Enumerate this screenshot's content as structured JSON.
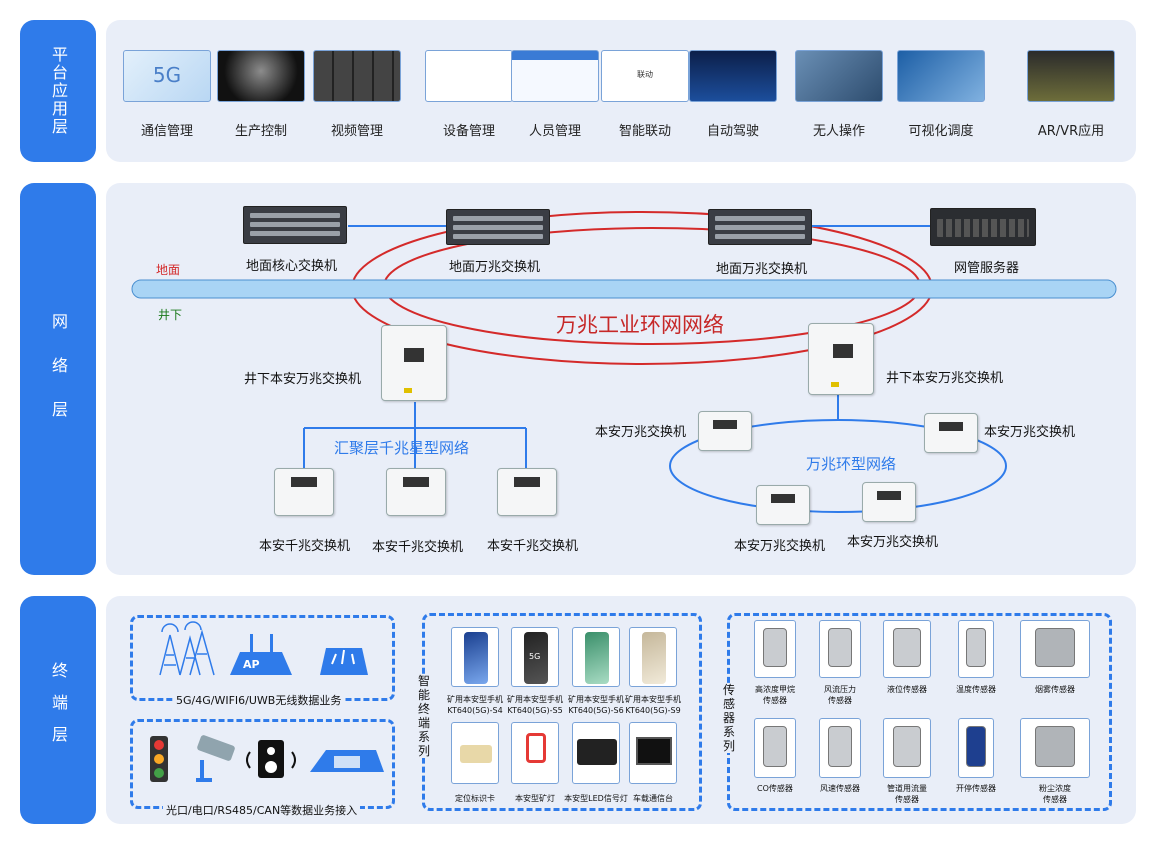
{
  "layers": {
    "platform": "平台应用层",
    "network": "网络层",
    "terminal": "终端层"
  },
  "apps": [
    {
      "label": "通信管理",
      "icon": "5g-network-image",
      "thumb_text": "5G"
    },
    {
      "label": "生产控制",
      "icon": "mine-tunnel-image"
    },
    {
      "label": "视频管理",
      "icon": "video-wall-image"
    },
    {
      "label": "设备管理",
      "icon": "device-topology-image"
    },
    {
      "label": "人员管理",
      "icon": "personnel-dashboard-image"
    },
    {
      "label": "智能联动",
      "icon": "linkage-diagram-image",
      "thumb_text": "联动"
    },
    {
      "label": "自动驾驶",
      "icon": "autonomous-driving-image"
    },
    {
      "label": "无人操作",
      "icon": "remote-operation-image"
    },
    {
      "label": "可视化调度",
      "icon": "dispatch-center-image"
    },
    {
      "label": "AR/VR应用",
      "icon": "ar-vr-image"
    }
  ],
  "network": {
    "surface_label": "地面",
    "underground_label": "井下",
    "ring_title": "万兆工业环网网络",
    "star_title": "汇聚层千兆星型网络",
    "ring2_title": "万兆环型网络",
    "devices": {
      "core_switch": "地面核心交换机",
      "ground_switch_1": "地面万兆交换机",
      "ground_switch_2": "地面万兆交换机",
      "nms_server": "网管服务器",
      "mine_switch_left": "井下本安万兆交换机",
      "mine_switch_right": "井下本安万兆交换机",
      "gig_switch_1": "本安千兆交换机",
      "gig_switch_2": "本安千兆交换机",
      "gig_switch_3": "本安千兆交换机",
      "tengig_ring_1": "本安万兆交换机",
      "tengig_ring_2": "本安万兆交换机",
      "tengig_ring_3": "本安万兆交换机",
      "tengig_ring_4": "本安万兆交换机"
    },
    "colors": {
      "ring": "#d42a2a",
      "star": "#2f7bea",
      "bus": "#a9d4f5"
    }
  },
  "terminal": {
    "wireless_caption": "5G/4G/WIFI6/UWB无线数据业务",
    "wired_caption": "光口/电口/RS485/CAN等数据业务接入",
    "ap_text": "AP",
    "smart_series_title": "智能终端系列",
    "sensor_series_title": "传感器系列",
    "phones": [
      {
        "line1": "矿用本安型手机",
        "line2": "KT640(5G)-S4"
      },
      {
        "line1": "矿用本安型手机",
        "line2": "KT640(5G)-S5"
      },
      {
        "line1": "矿用本安型手机",
        "line2": "KT640(5G)-S6"
      },
      {
        "line1": "矿用本安型手机",
        "line2": "KT640(5G)-S9"
      }
    ],
    "phone_badge": "5G",
    "accessories": [
      "定位标识卡",
      "本安型矿灯",
      "本安型LED信号灯",
      "车载通信台"
    ],
    "sensors_row1": [
      {
        "line1": "高浓度甲烷",
        "line2": "传感器"
      },
      {
        "line1": "风流压力",
        "line2": "传感器"
      },
      {
        "line1": "液位传感器",
        "line2": ""
      },
      {
        "line1": "温度传感器",
        "line2": ""
      },
      {
        "line1": "烟雾传感器",
        "line2": ""
      }
    ],
    "sensors_row2": [
      {
        "line1": "CO传感器",
        "line2": ""
      },
      {
        "line1": "风速传感器",
        "line2": ""
      },
      {
        "line1": "管道用流量",
        "line2": "传感器"
      },
      {
        "line1": "开停传感器",
        "line2": ""
      },
      {
        "line1": "粉尘浓度",
        "line2": "传感器"
      }
    ]
  }
}
